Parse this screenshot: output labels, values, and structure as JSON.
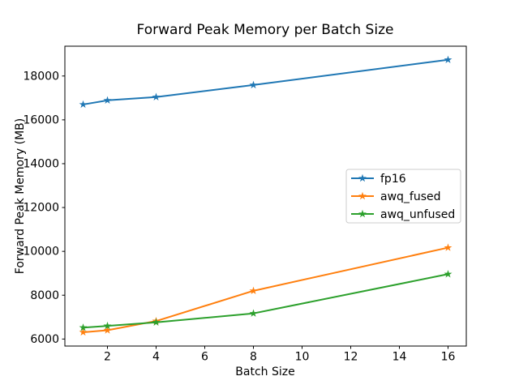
{
  "figure": {
    "title": "Forward Peak Memory per Batch Size",
    "xlabel": "Batch Size",
    "ylabel": "Forward Peak Memory (MB)"
  },
  "chart_data": {
    "type": "line",
    "title": "Forward Peak Memory per Batch Size",
    "xlabel": "Batch Size",
    "ylabel": "Forward Peak Memory (MB)",
    "x": [
      1,
      2,
      4,
      8,
      16
    ],
    "series": [
      {
        "name": "fp16",
        "color": "#1f77b4",
        "values": [
          16700,
          16890,
          17040,
          17590,
          18740
        ]
      },
      {
        "name": "awq_fused",
        "color": "#ff7f0e",
        "values": [
          6310,
          6400,
          6820,
          8200,
          10170
        ]
      },
      {
        "name": "awq_unfused",
        "color": "#2ca02c",
        "values": [
          6520,
          6600,
          6760,
          7170,
          8960
        ]
      }
    ],
    "marker": "star",
    "xlim": [
      0.25,
      16.75
    ],
    "ylim": [
      5680,
      19360
    ],
    "xticks": [
      2,
      4,
      6,
      8,
      10,
      12,
      14,
      16
    ],
    "yticks": [
      6000,
      8000,
      10000,
      12000,
      14000,
      16000,
      18000
    ],
    "legend_position": "center right",
    "legend_border_color": "#cccccc",
    "grid": false,
    "background_color": "#ffffff",
    "spine_color": "#000000"
  }
}
